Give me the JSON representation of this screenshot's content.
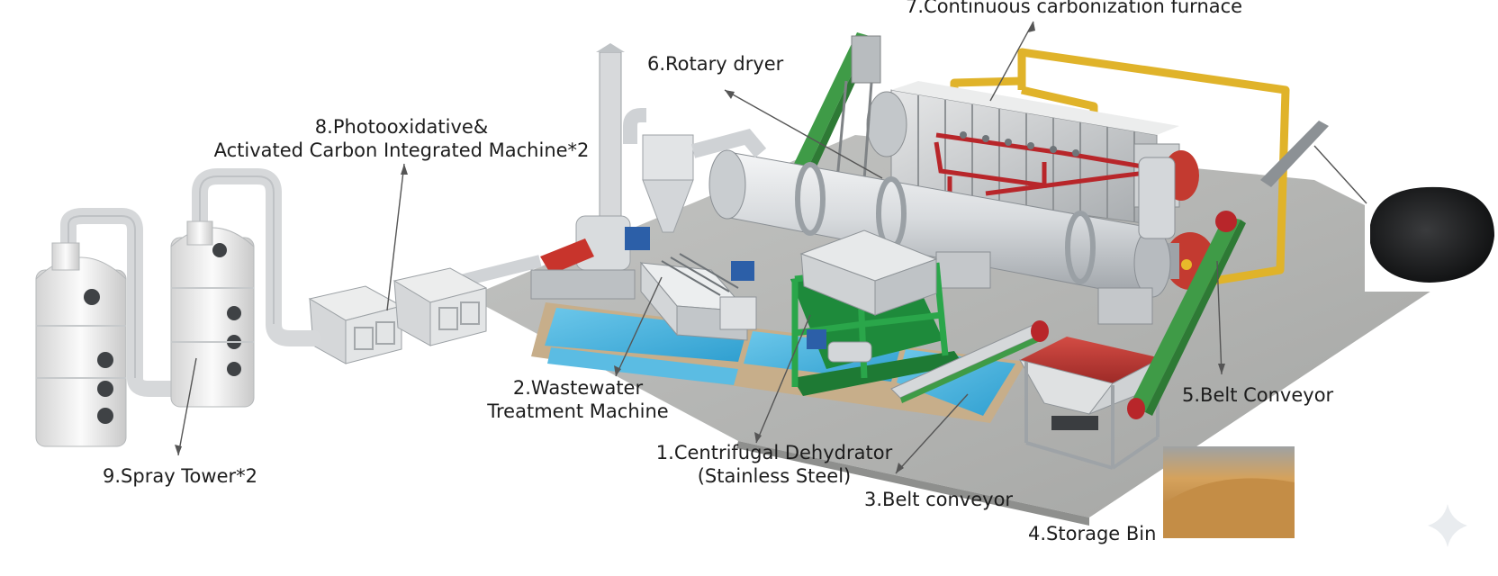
{
  "labels": {
    "l1": {
      "line1": "1.Centrifugal Dehydrator",
      "line2": "(Stainless Steel)"
    },
    "l2": {
      "line1": "2.Wastewater",
      "line2": "Treatment Machine"
    },
    "l3": "3.Belt conveyor",
    "l4": "4.Storage Bin",
    "l5": "5.Belt Conveyor",
    "l6": "6.Rotary dryer",
    "l7": "7.Continuous carbonization furnace",
    "l8": {
      "line1": "8.Photooxidative&",
      "line2": "Activated Carbon Integrated Machine*2"
    },
    "l9": "9.Spray Tower*2"
  },
  "colors": {
    "floor": "#a9aaa8",
    "water": "#4cb6df",
    "conveyor": "#3f9b47",
    "pipe_yellow": "#e8b92a",
    "pipe_red": "#b8262a",
    "metal": "#d9dcdf",
    "charcoal": "#1b1c1d",
    "sawdust": "#c08a43"
  },
  "icons": [
    "sparkle-icon"
  ]
}
